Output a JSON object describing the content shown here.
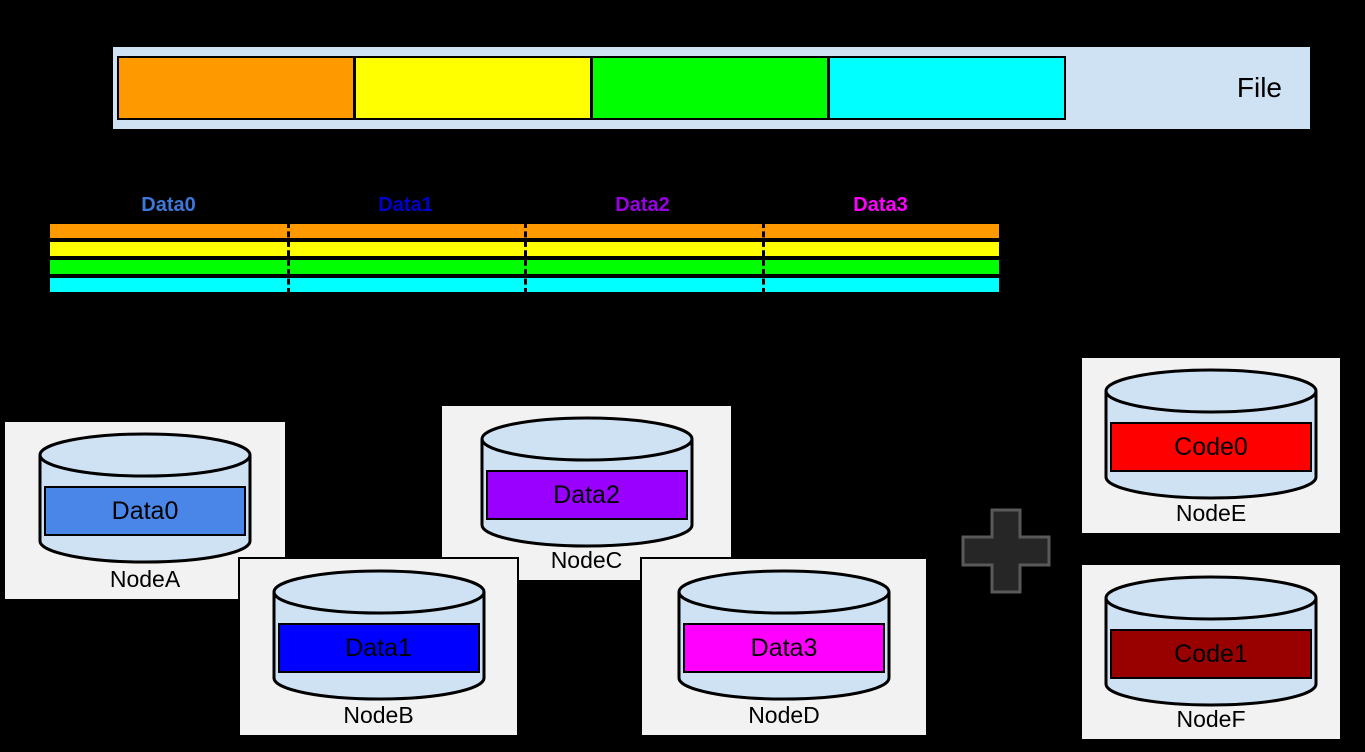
{
  "file_bar": {
    "label": "File",
    "bg": "#cfe2f3",
    "segments": [
      {
        "name": "orange",
        "color": "#ff9900"
      },
      {
        "name": "yellow",
        "color": "#ffff00"
      },
      {
        "name": "green",
        "color": "#00ff00"
      },
      {
        "name": "cyan",
        "color": "#00ffff"
      }
    ]
  },
  "stripes": {
    "group_labels": [
      {
        "text": "Data0",
        "color": "#3c78d8"
      },
      {
        "text": "Data1",
        "color": "#0000cc"
      },
      {
        "text": "Data2",
        "color": "#9900e6"
      },
      {
        "text": "Data3",
        "color": "#ff00ff"
      }
    ],
    "rows": [
      {
        "name": "orange",
        "color": "#ff9900"
      },
      {
        "name": "yellow",
        "color": "#ffff00"
      },
      {
        "name": "green",
        "color": "#00ff00"
      },
      {
        "name": "cyan",
        "color": "#00ffff"
      }
    ]
  },
  "plus_symbol": "+",
  "nodes": [
    {
      "name": "NodeA",
      "chunk": "Data0",
      "chunk_color": "#4a86e8"
    },
    {
      "name": "NodeB",
      "chunk": "Data1",
      "chunk_color": "#0000ff"
    },
    {
      "name": "NodeC",
      "chunk": "Data2",
      "chunk_color": "#9900ff"
    },
    {
      "name": "NodeD",
      "chunk": "Data3",
      "chunk_color": "#ff00ff"
    },
    {
      "name": "NodeE",
      "chunk": "Code0",
      "chunk_color": "#ff0000"
    },
    {
      "name": "NodeF",
      "chunk": "Code1",
      "chunk_color": "#990000"
    }
  ],
  "colors": {
    "background": "#000000",
    "file_bar_bg": "#cfe2f3",
    "cylinder_fill": "#cfe2f3",
    "node_box_bg": "#f2f2f2",
    "plus_fill": "#262626",
    "plus_border": "#595959"
  }
}
